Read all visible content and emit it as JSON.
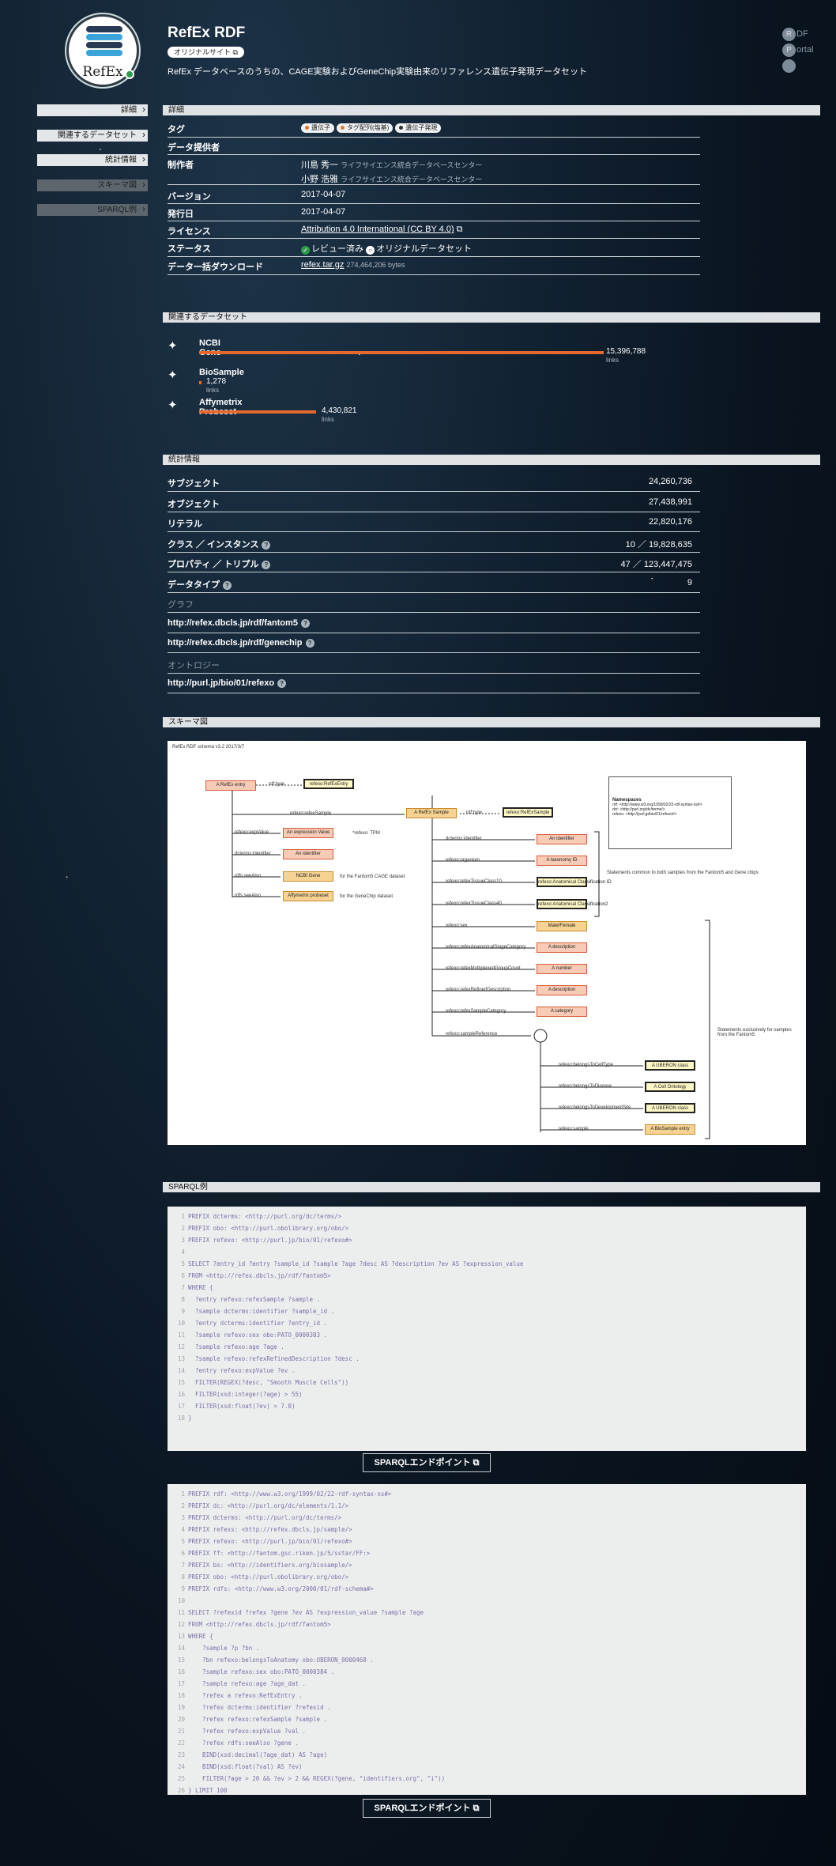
{
  "header": {
    "title": "RefEx RDF",
    "original_badge": "オリジナルサイト",
    "logo_text": "RefEx",
    "description": "RefEx データベースのうちの、CAGE実験およびGeneChip実験由来のリファレンス遺伝子発現データセット",
    "rdf_portal": {
      "r_letter": "R",
      "p_letter": "P",
      "line1": "DF",
      "line2": "ortal"
    }
  },
  "sidebar": {
    "items": [
      "詳細",
      "関連するデータセット",
      "統計情報",
      "スキーマ図",
      "SPARQL例"
    ]
  },
  "detail": {
    "header": "詳細",
    "rows": [
      {
        "key": "タグ",
        "tags": [
          "遺伝子",
          "タグ配列(塩基)",
          "遺伝子発現"
        ]
      },
      {
        "key": "データ提供者",
        "value": ""
      },
      {
        "key": "制作者",
        "people": [
          {
            "name": "川島 秀一",
            "aff": "ライフサイエンス統合データベースセンター"
          },
          {
            "name": "小野 浩雅",
            "aff": "ライフサイエンス統合データベースセンター"
          }
        ]
      },
      {
        "key": "バージョン",
        "value": "2017-04-07"
      },
      {
        "key": "発行日",
        "value": "2017-04-07"
      },
      {
        "key": "ライセンス",
        "value": "Attribution 4.0 International (CC BY 4.0)"
      },
      {
        "key": "ステータス",
        "status": [
          "レビュー済み",
          "オリジナルデータセット"
        ]
      },
      {
        "key": "データ一括ダウンロード",
        "value": "refex.tar.gz",
        "size": "274,464,206 bytes"
      }
    ]
  },
  "related": {
    "header": "関連するデータセット",
    "items": [
      {
        "name": "NCBI Gene",
        "count": "15,396,788",
        "unit": "links",
        "fraction": 1.0
      },
      {
        "name": "BioSample",
        "count": "1,278",
        "unit": "links",
        "fraction": 0.0001
      },
      {
        "name": "Affymetrix Probeset",
        "count": "4,430,821",
        "unit": "links",
        "fraction": 0.29
      }
    ]
  },
  "stats": {
    "header": "統計情報",
    "rows": [
      {
        "key": "サブジェクト",
        "value": "24,260,736"
      },
      {
        "key": "オブジェクト",
        "value": "27,438,991"
      },
      {
        "key": "リテラル",
        "value": "22,820,176"
      },
      {
        "key": "クラス ／ インスタンス",
        "value": "10 ／ 19,828,635",
        "q": true
      },
      {
        "key": "プロパティ ／ トリプル",
        "value": "47 ／ 123,447,475",
        "q": true
      },
      {
        "key": "データタイプ",
        "value": "9",
        "q": true
      },
      {
        "key": "グラフ",
        "value": "",
        "dim": true
      },
      {
        "key": "http://refex.dbcls.jp/rdf/fantom5",
        "value": "",
        "q": true
      },
      {
        "key": "http://refex.dbcls.jp/rdf/genechip",
        "value": "",
        "q": true
      },
      {
        "key": "オントロジー",
        "value": "",
        "dim": true
      },
      {
        "key": "http://purl.jp/bio/01/refexo",
        "value": "",
        "q": true
      }
    ]
  },
  "schema": {
    "header": "スキーマ図",
    "title": "RefEx RDF schema v3.2 2017/3/7",
    "nodes": {
      "refex_entry": "A RefEx entry",
      "refexo_entry": "refexo:RefExEntry",
      "expr": "An expression Value",
      "ident": "An identifier",
      "ncbi": "NCBI Gene",
      "affy": "Affymetrix probeset",
      "sample": "A RefEx Sample",
      "refexo_sample": "refexo:RefExSample",
      "an_ident": "An identifier",
      "taxon": "A taxonomy ID",
      "anat1": "refexo:Anatomical Classification ID",
      "anat2": "refexo:Anatomical Classification2",
      "mf": "Male/Female",
      "descr": "A description",
      "number": "A number",
      "descr2": "A description",
      "category": "A category",
      "uberon1": "A UBERON class",
      "cellont": "A Cell Ontology",
      "uberon2": "A UBERON class",
      "biosample": "A BioSample entry"
    },
    "labels": {
      "rdftype": "rdf:type",
      "refexsample": "refexo:refexSample",
      "expval": "refexo:expValue",
      "tpm": "*refexo: TPM",
      "dcterms": "dcterms:identifier",
      "seealso1": "rdfs:seeAlso",
      "seealso2": "rdfs:seeAlso",
      "fantom": "for the Fantom5 CAGE dataset",
      "genechip": "for the GeneChip dataset",
      "rdftype2": "rdf:type",
      "dc2": "dcterms:identifier",
      "organism": "refexo:organism",
      "tissue1": "refexo:refexTissueClass10",
      "tissue2": "refexo:refexTissueClass40",
      "sex": "refexo:sex",
      "devstage": "refexo:refexAnatomicalStageCategory",
      "age": "refexo:refexMultiplexedGroupCount",
      "refined": "refexo:refexRefinedDescription",
      "samplecat": "refexo:refexSampleCategory",
      "ref": "refexo:sampleReference",
      "cell": "refexo:belongsToCellType",
      "disease": "refexo:belongsToDisease",
      "dev": "refexo:belongsToDevelopmentSite",
      "samp": "refexo:sample",
      "common": "Statements common to both samples from the Fantom5 and Gene chips",
      "exclusive": "Statements exclusively for samples from the Fantom5"
    },
    "namespaces": {
      "title": "Namespaces",
      "lines": [
        "rdf: <http://www.w3.org/1999/02/22-rdf-syntax-ns#>",
        "dct: <http://purl.org/dc/terms/>",
        "refexo: <http://purl.jp/bio/01/refexo#>"
      ]
    }
  },
  "sparql": {
    "header": "SPARQL例",
    "endpoint_label": "SPARQLエンドポイント",
    "queries": [
      [
        "PREFIX dcterms: <http://purl.org/dc/terms/>",
        "PREFIX obo: <http://purl.obolibrary.org/obo/>",
        "PREFIX refexo: <http://purl.jp/bio/01/refexo#>",
        "",
        "SELECT ?entry_id ?entry ?sample_id ?sample ?age ?desc AS ?description ?ev AS ?expression_value",
        "FROM <http://refex.dbcls.jp/rdf/fantom5>",
        "WHERE {",
        "  ?entry refexo:refexSample ?sample .",
        "  ?sample dcterms:identifier ?sample_id .",
        "  ?entry dcterms:identifier ?entry_id .",
        "  ?sample refexo:sex obo:PATO_0000383 .",
        "  ?sample refexo:age ?age .",
        "  ?sample refexo:refexRefinedDescription ?desc .",
        "  ?entry refexo:expValue ?ev .",
        "  FILTER(REGEX(?desc, \"Smooth Muscle Cells\"))",
        "  FILTER(xsd:integer(?age) > 55)",
        "  FILTER(xsd:float(?ev) > 7.0)",
        "}"
      ],
      [
        "PREFIX rdf: <http://www.w3.org/1999/02/22-rdf-syntax-ns#>",
        "PREFIX dc: <http://purl.org/dc/elements/1.1/>",
        "PREFIX dcterms: <http://purl.org/dc/terms/>",
        "PREFIX refexs: <http://refex.dbcls.jp/sample/>",
        "PREFIX refexo: <http://purl.jp/bio/01/refexo#>",
        "PREFIX ff: <http://fantom.gsc.riken.jp/5/sstar/FF:>",
        "PREFIX bs: <http://identifiers.org/biosample/>",
        "PREFIX obo: <http://purl.obolibrary.org/obo/>",
        "PREFIX rdfs: <http://www.w3.org/2000/01/rdf-schema#>",
        "",
        "SELECT ?refexid ?refex ?gene ?ev AS ?expression_value ?sample ?age",
        "FROM <http://refex.dbcls.jp/rdf/fantom5>",
        "WHERE {",
        "    ?sample ?p ?bn .",
        "    ?bn refexo:belongsToAnatomy obo:UBERON_0000468 .",
        "    ?sample refexo:sex obo:PATO_0000384 .",
        "    ?sample refexo:age ?age_dat .",
        "    ?refex a refexo:RefExEntry .",
        "    ?refex dcterms:identifier ?refexid .",
        "    ?refex refexo:refexSample ?sample .",
        "    ?refex refexo:expValue ?val .",
        "    ?refex rdfs:seeAlso ?gene .",
        "    BIND(xsd:decimal(?age_dat) AS ?age)",
        "    BIND(xsd:float(?val) AS ?ev)",
        "    FILTER(?age > 20 && ?ev > 2 && REGEX(?gene, \"identifiers.org\", \"i\"))",
        "} LIMIT 100"
      ]
    ]
  }
}
